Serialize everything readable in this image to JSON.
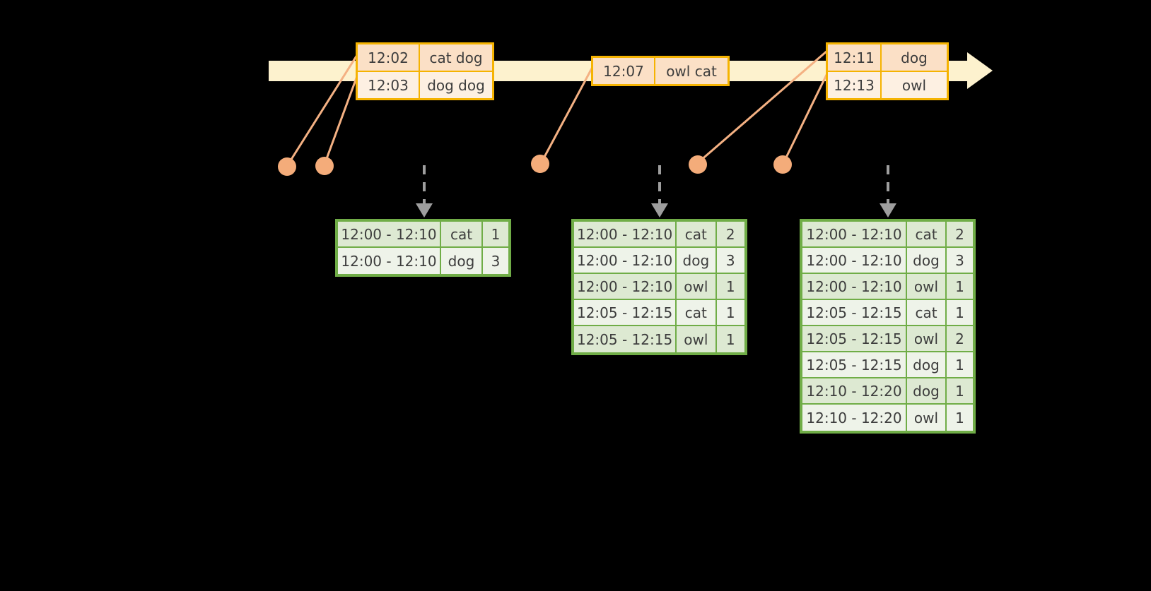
{
  "timeline": {
    "bar_color": "#fdf2ce",
    "arrow_icon": "right-arrow-icon"
  },
  "events": [
    {
      "id": "event-box-1",
      "rows": [
        {
          "time": "12:02",
          "words": "cat dog"
        },
        {
          "time": "12:03",
          "words": "dog dog"
        }
      ]
    },
    {
      "id": "event-box-2",
      "rows": [
        {
          "time": "12:07",
          "words": "owl cat"
        }
      ]
    },
    {
      "id": "event-box-3",
      "rows": [
        {
          "time": "12:11",
          "words": "dog"
        },
        {
          "time": "12:13",
          "words": "owl"
        }
      ]
    }
  ],
  "connectors": {
    "line_color": "#f4b183",
    "dot_color": "#f4ac7a",
    "dash_color": "#9e9e9e"
  },
  "results": [
    {
      "id": "result-table-1",
      "rows": [
        {
          "window": "12:00 - 12:10",
          "word": "cat",
          "count": "1"
        },
        {
          "window": "12:00 - 12:10",
          "word": "dog",
          "count": "3"
        }
      ]
    },
    {
      "id": "result-table-2",
      "rows": [
        {
          "window": "12:00 - 12:10",
          "word": "cat",
          "count": "2"
        },
        {
          "window": "12:00 - 12:10",
          "word": "dog",
          "count": "3"
        },
        {
          "window": "12:00 - 12:10",
          "word": "owl",
          "count": "1"
        },
        {
          "window": "12:05 - 12:15",
          "word": "cat",
          "count": "1"
        },
        {
          "window": "12:05 - 12:15",
          "word": "owl",
          "count": "1"
        }
      ]
    },
    {
      "id": "result-table-3",
      "rows": [
        {
          "window": "12:00 - 12:10",
          "word": "cat",
          "count": "2"
        },
        {
          "window": "12:00 - 12:10",
          "word": "dog",
          "count": "3"
        },
        {
          "window": "12:00 - 12:10",
          "word": "owl",
          "count": "1"
        },
        {
          "window": "12:05 - 12:15",
          "word": "cat",
          "count": "1"
        },
        {
          "window": "12:05 - 12:15",
          "word": "owl",
          "count": "2"
        },
        {
          "window": "12:05 - 12:15",
          "word": "dog",
          "count": "1"
        },
        {
          "window": "12:10 - 12:20",
          "word": "dog",
          "count": "1"
        },
        {
          "window": "12:10 - 12:20",
          "word": "owl",
          "count": "1"
        }
      ]
    }
  ]
}
